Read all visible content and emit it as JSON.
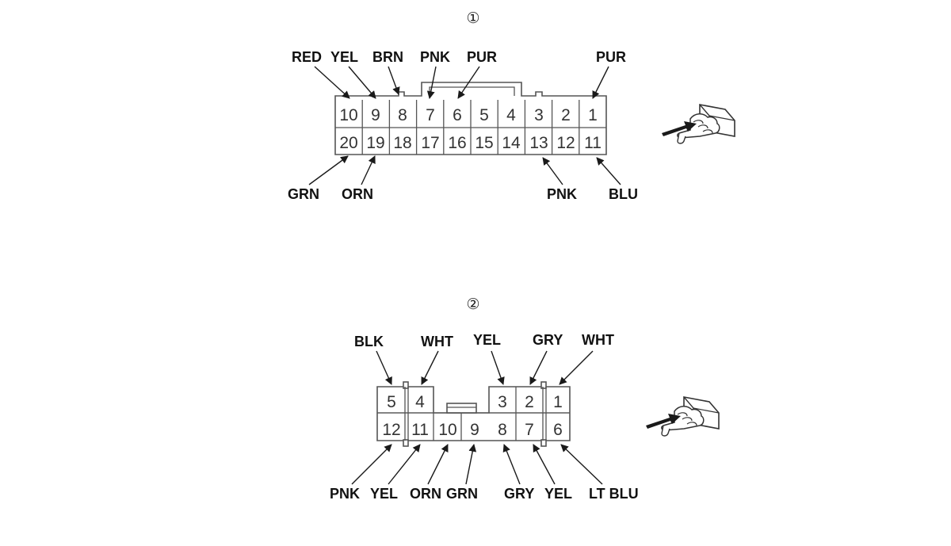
{
  "connector1": {
    "marker": "①",
    "top_pins": [
      "10",
      "9",
      "8",
      "7",
      "6",
      "5",
      "4",
      "3",
      "2",
      "1"
    ],
    "bottom_pins": [
      "20",
      "19",
      "18",
      "17",
      "16",
      "15",
      "14",
      "13",
      "12",
      "11"
    ],
    "wires_top": [
      {
        "pin": "10",
        "color": "RED"
      },
      {
        "pin": "9",
        "color": "YEL"
      },
      {
        "pin": "8",
        "color": "BRN"
      },
      {
        "pin": "7",
        "color": "PNK"
      },
      {
        "pin": "6",
        "color": "PUR"
      },
      {
        "pin": "1",
        "color": "PUR"
      }
    ],
    "wires_bottom": [
      {
        "pin": "20",
        "color": "GRN"
      },
      {
        "pin": "19",
        "color": "ORN"
      },
      {
        "pin": "13",
        "color": "PNK"
      },
      {
        "pin": "11",
        "color": "BLU"
      }
    ]
  },
  "connector2": {
    "marker": "②",
    "top_pins": [
      "5",
      "4",
      "3",
      "2",
      "1"
    ],
    "bottom_pins": [
      "12",
      "11",
      "10",
      "9",
      "8",
      "7",
      "6"
    ],
    "wires_top": [
      {
        "pin": "5",
        "color": "BLK"
      },
      {
        "pin": "4",
        "color": "WHT"
      },
      {
        "pin": "3",
        "color": "YEL"
      },
      {
        "pin": "2",
        "color": "GRY"
      },
      {
        "pin": "1",
        "color": "WHT"
      }
    ],
    "wires_bottom": [
      {
        "pin": "12",
        "color": "PNK"
      },
      {
        "pin": "11",
        "color": "YEL"
      },
      {
        "pin": "10",
        "color": "ORN"
      },
      {
        "pin": "9",
        "color": "GRN"
      },
      {
        "pin": "8",
        "color": "GRY"
      },
      {
        "pin": "7",
        "color": "YEL"
      },
      {
        "pin": "6",
        "color": "LT BLU"
      }
    ]
  }
}
